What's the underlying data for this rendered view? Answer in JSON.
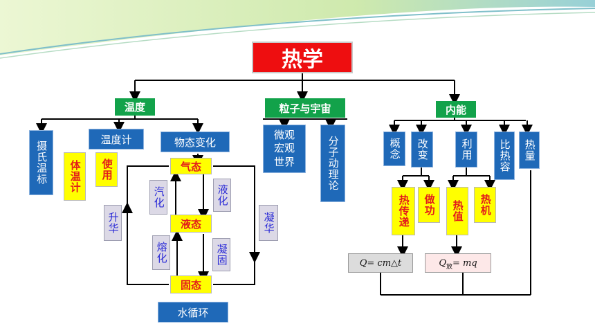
{
  "title": "热学",
  "branches": {
    "temperature": {
      "label": "温度",
      "items": [
        "摄氏温标",
        "温度计",
        "物态变化"
      ],
      "thermometer_children": [
        "体温计",
        "使用"
      ],
      "states": [
        "气态",
        "液态",
        "固态"
      ],
      "transitions": [
        "汽化",
        "液化",
        "熔化",
        "凝固",
        "升华",
        "凝华"
      ],
      "water_cycle": "水循环"
    },
    "particles": {
      "label": "粒子与宇宙",
      "items": [
        "微观宏观世界",
        "分子动理论"
      ]
    },
    "internal_energy": {
      "label": "内能",
      "items": [
        "概念",
        "改变",
        "利用",
        "比热容",
        "热量"
      ],
      "change_children": [
        "热传递",
        "做功"
      ],
      "use_children": [
        "热值",
        "热机"
      ],
      "formula_heat": "Q= cm△t",
      "formula_fuel_prefix": "Q",
      "formula_fuel_sub": "放",
      "formula_fuel_rest": "= mq"
    }
  },
  "colors": {
    "title_bg": "#ee0e10",
    "branch_bg": "#12a24a",
    "node_bg": "#1f69b8",
    "highlight_bg": "#ffff00",
    "highlight_text": "#e31b1b",
    "transition_bg": "#dcd9e6"
  }
}
